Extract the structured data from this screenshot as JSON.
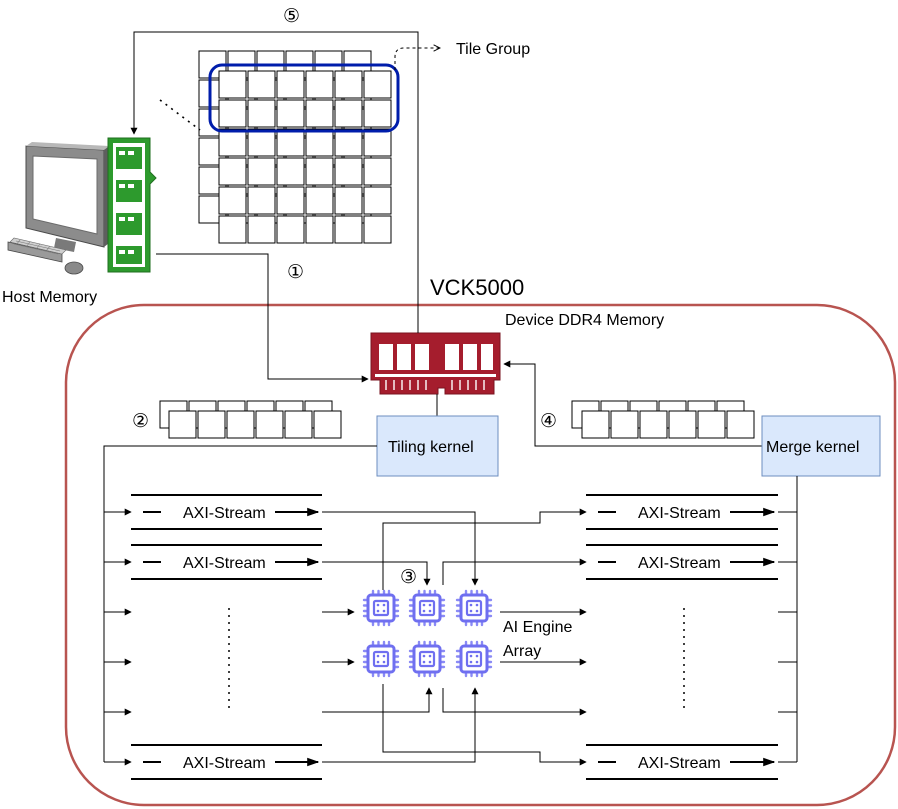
{
  "labels": {
    "tile_group": "Tile Group",
    "host_memory": "Host Memory",
    "vck": "VCK5000",
    "device_memory": "Device DDR4 Memory",
    "tiling_kernel": "Tiling kernel",
    "merge_kernel": "Merge kernel",
    "ai_engine_line1": "AI Engine",
    "ai_engine_line2": "Array",
    "axi_stream": "AXI-Stream"
  },
  "steps": [
    "①",
    "②",
    "③",
    "④",
    "⑤"
  ],
  "colors": {
    "board_border": "#b85450",
    "kernel_fill": "#dae8fc",
    "kernel_border": "#6c8ebf",
    "tile_group_border": "#001dab",
    "host_ram": "#2d9a2d",
    "device_ram": "#a51d2d",
    "ai_engine": "#6f6ff0"
  },
  "icons": [
    "desktop-computer-icon",
    "host-ram-icon",
    "device-ram-icon",
    "ai-engine-chip-icon"
  ]
}
